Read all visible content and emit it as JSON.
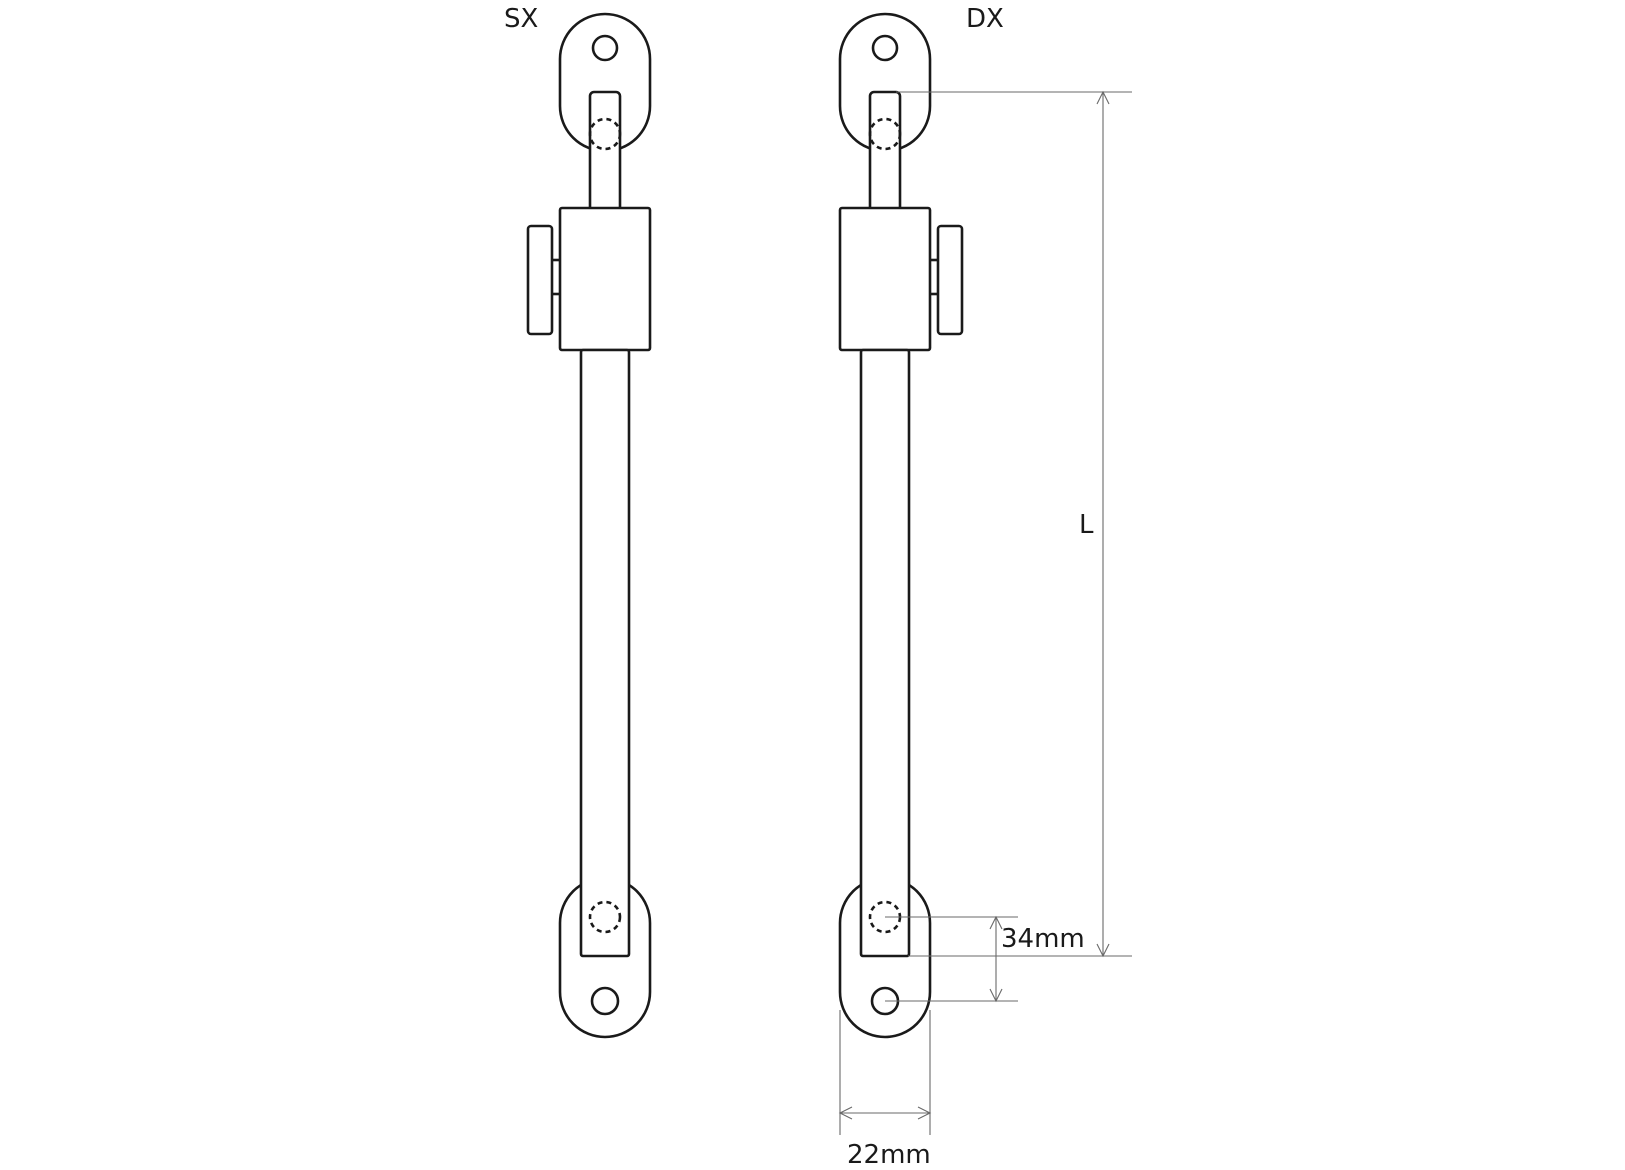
{
  "labels": {
    "left_variant": "SX",
    "right_variant": "DX",
    "length_dimension": "L",
    "pin_offset_dimension": "34mm",
    "bracket_width_dimension": "22mm"
  }
}
